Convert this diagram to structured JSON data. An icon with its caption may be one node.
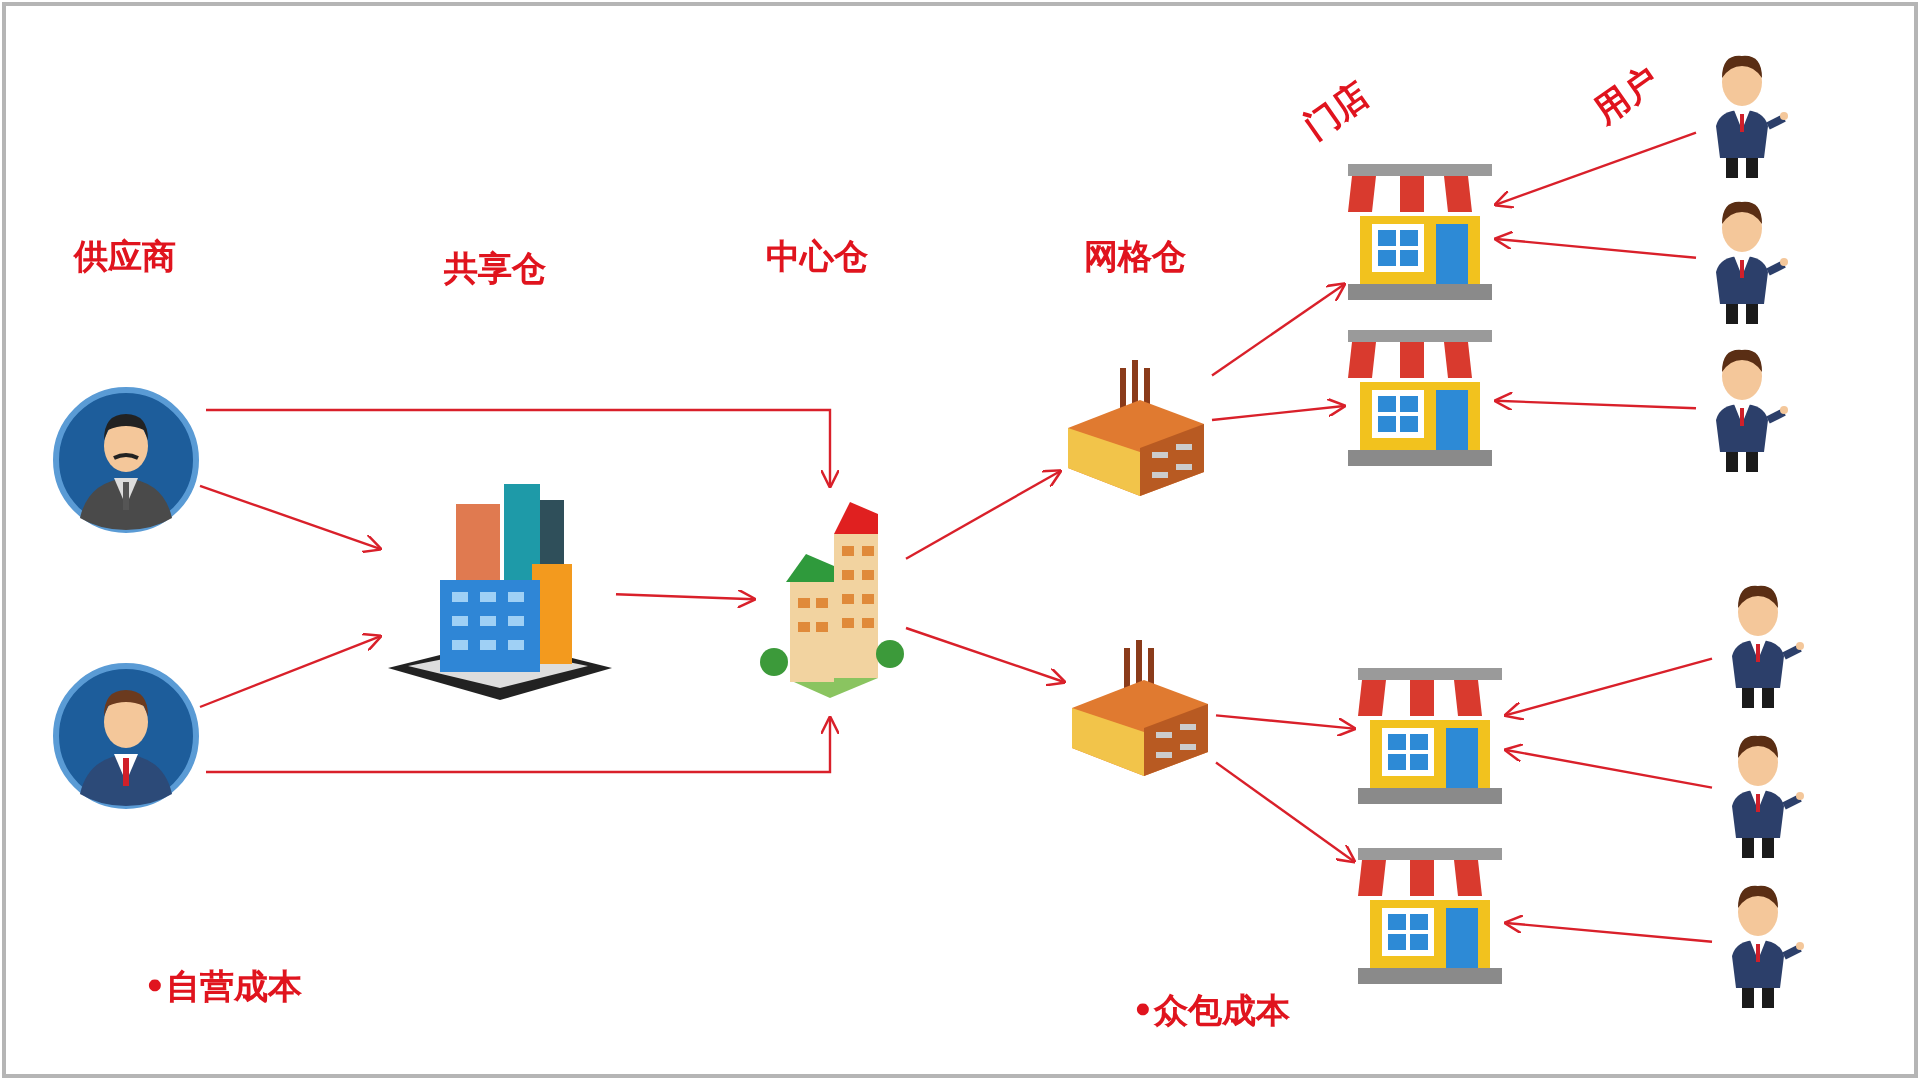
{
  "diagram": {
    "nodes": [
      {
        "text": [],
        "shape": "person"
      },
      {
        "text": [],
        "shape": "person"
      },
      {
        "text": [],
        "shape": "picture"
      },
      {
        "text": [],
        "shape": "picture"
      },
      {
        "text": [],
        "shape": "picture"
      },
      {
        "text": [],
        "shape": "picture"
      },
      {
        "text": [],
        "shape": "picture"
      },
      {
        "text": [],
        "shape": "picture"
      },
      {
        "text": [],
        "shape": "picture"
      },
      {
        "text": [],
        "shape": "picture"
      },
      {
        "text": [],
        "shape": "person"
      },
      {
        "text": [],
        "shape": "person"
      },
      {
        "text": [],
        "shape": "person"
      },
      {
        "text": [],
        "shape": "person"
      },
      {
        "text": [],
        "shape": "person"
      },
      {
        "text": [],
        "shape": "person"
      }
    ],
    "edges": [
      {
        "from": 0,
        "to": 3,
        "arrow": "to"
      },
      {
        "from": 0,
        "to": 2,
        "arrow": "to"
      },
      {
        "from": 1,
        "to": 2,
        "arrow": "to"
      },
      {
        "from": 1,
        "to": 3,
        "arrow": "to"
      },
      {
        "from": 2,
        "to": 3,
        "arrow": "to"
      },
      {
        "from": 3,
        "to": 4,
        "arrow": "to"
      },
      {
        "from": 3,
        "to": 5,
        "arrow": "to"
      },
      {
        "from": 4,
        "to": 6,
        "arrow": "to"
      },
      {
        "from": 4,
        "to": 7,
        "arrow": "to"
      },
      {
        "from": 5,
        "to": 8,
        "arrow": "to"
      },
      {
        "from": 5,
        "to": 9,
        "arrow": "to"
      },
      {
        "from": 10,
        "to": 6,
        "arrow": "to"
      },
      {
        "from": 11,
        "to": 6,
        "arrow": "to"
      },
      {
        "from": 12,
        "to": 7,
        "arrow": "to"
      },
      {
        "from": 13,
        "to": 8,
        "arrow": "to"
      },
      {
        "from": 14,
        "to": 8,
        "arrow": "to"
      },
      {
        "from": 15,
        "to": 9,
        "arrow": "to"
      }
    ],
    "labels": [
      "供应商",
      "共享仓",
      "中心仓",
      "网格仓",
      "门店",
      "用户",
      "•自营成本",
      "•众包成本"
    ]
  }
}
